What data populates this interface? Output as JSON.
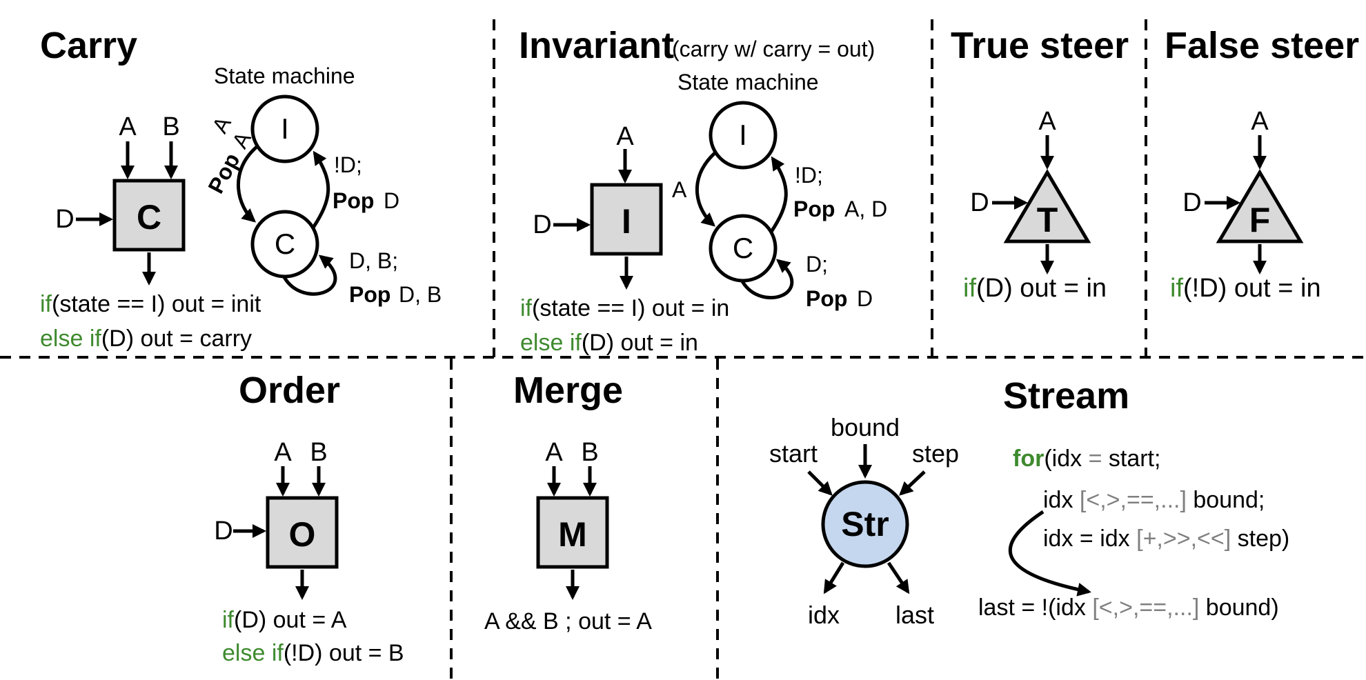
{
  "carry": {
    "title": "Carry",
    "state_machine": "State machine",
    "node": "C",
    "in_a": "A",
    "in_b": "B",
    "in_d": "D",
    "state_i": "I",
    "state_c": "C",
    "trans_pop_bold": "Pop",
    "trans_pop_a": "A",
    "trans_a": "A",
    "trans_notd": "!D;",
    "trans_pop_d": "D",
    "trans_db": "D, B;",
    "trans_pop_db": "D, B",
    "code1_kw": "if",
    "code1_rest": "(state == I) out = init",
    "code2_kw": "else if",
    "code2_rest": "(D) out = carry"
  },
  "invariant": {
    "title": "Invariant",
    "subtitle": "(carry w/ carry = out)",
    "state_machine": "State machine",
    "node": "I",
    "in_a": "A",
    "in_d": "D",
    "state_i": "I",
    "state_c": "C",
    "trans_a": "A",
    "trans_notd": "!D;",
    "trans_pop_bold": "Pop",
    "trans_pop_ad": "A, D",
    "trans_d": "D;",
    "trans_pop_d": "D",
    "code1_kw": "if",
    "code1_rest": "(state == I) out = in",
    "code2_kw": "else if",
    "code2_rest": "(D) out = in"
  },
  "true_steer": {
    "title": "True steer",
    "node": "T",
    "in_a": "A",
    "in_d": "D",
    "code_kw": "if",
    "code_rest": "(D) out = in"
  },
  "false_steer": {
    "title": "False steer",
    "node": "F",
    "in_a": "A",
    "in_d": "D",
    "code_kw": "if",
    "code_rest": "(!D) out = in"
  },
  "order": {
    "title": "Order",
    "node": "O",
    "in_a": "A",
    "in_b": "B",
    "in_d": "D",
    "code1_kw": "if",
    "code1_rest": "(D) out = A",
    "code2_kw": "else if",
    "code2_rest": "(!D) out = B"
  },
  "merge": {
    "title": "Merge",
    "node": "M",
    "in_a": "A",
    "in_b": "B",
    "code": "A && B ; out = A"
  },
  "stream": {
    "title": "Stream",
    "node": "Str",
    "in_start": "start",
    "in_bound": "bound",
    "in_step": "step",
    "out_idx": "idx",
    "out_last": "last",
    "for_kw": "for",
    "l1a": "(idx ",
    "l1b": "=",
    "l1c": " start;",
    "l2a": "idx ",
    "l2b": "[<,>,==,...]",
    "l2c": " bound;",
    "l3a": "idx = idx ",
    "l3b": "[+,>>,<<]",
    "l3c": " step)",
    "l4a": "last = !(idx ",
    "l4b": "[<,>,==,...]",
    "l4c": " bound)"
  },
  "colors": {
    "node_fill": "#d9d9d9",
    "stream_fill": "#c5d7ee",
    "keyword": "#3e8a2e",
    "operator": "#7f7f7f"
  }
}
